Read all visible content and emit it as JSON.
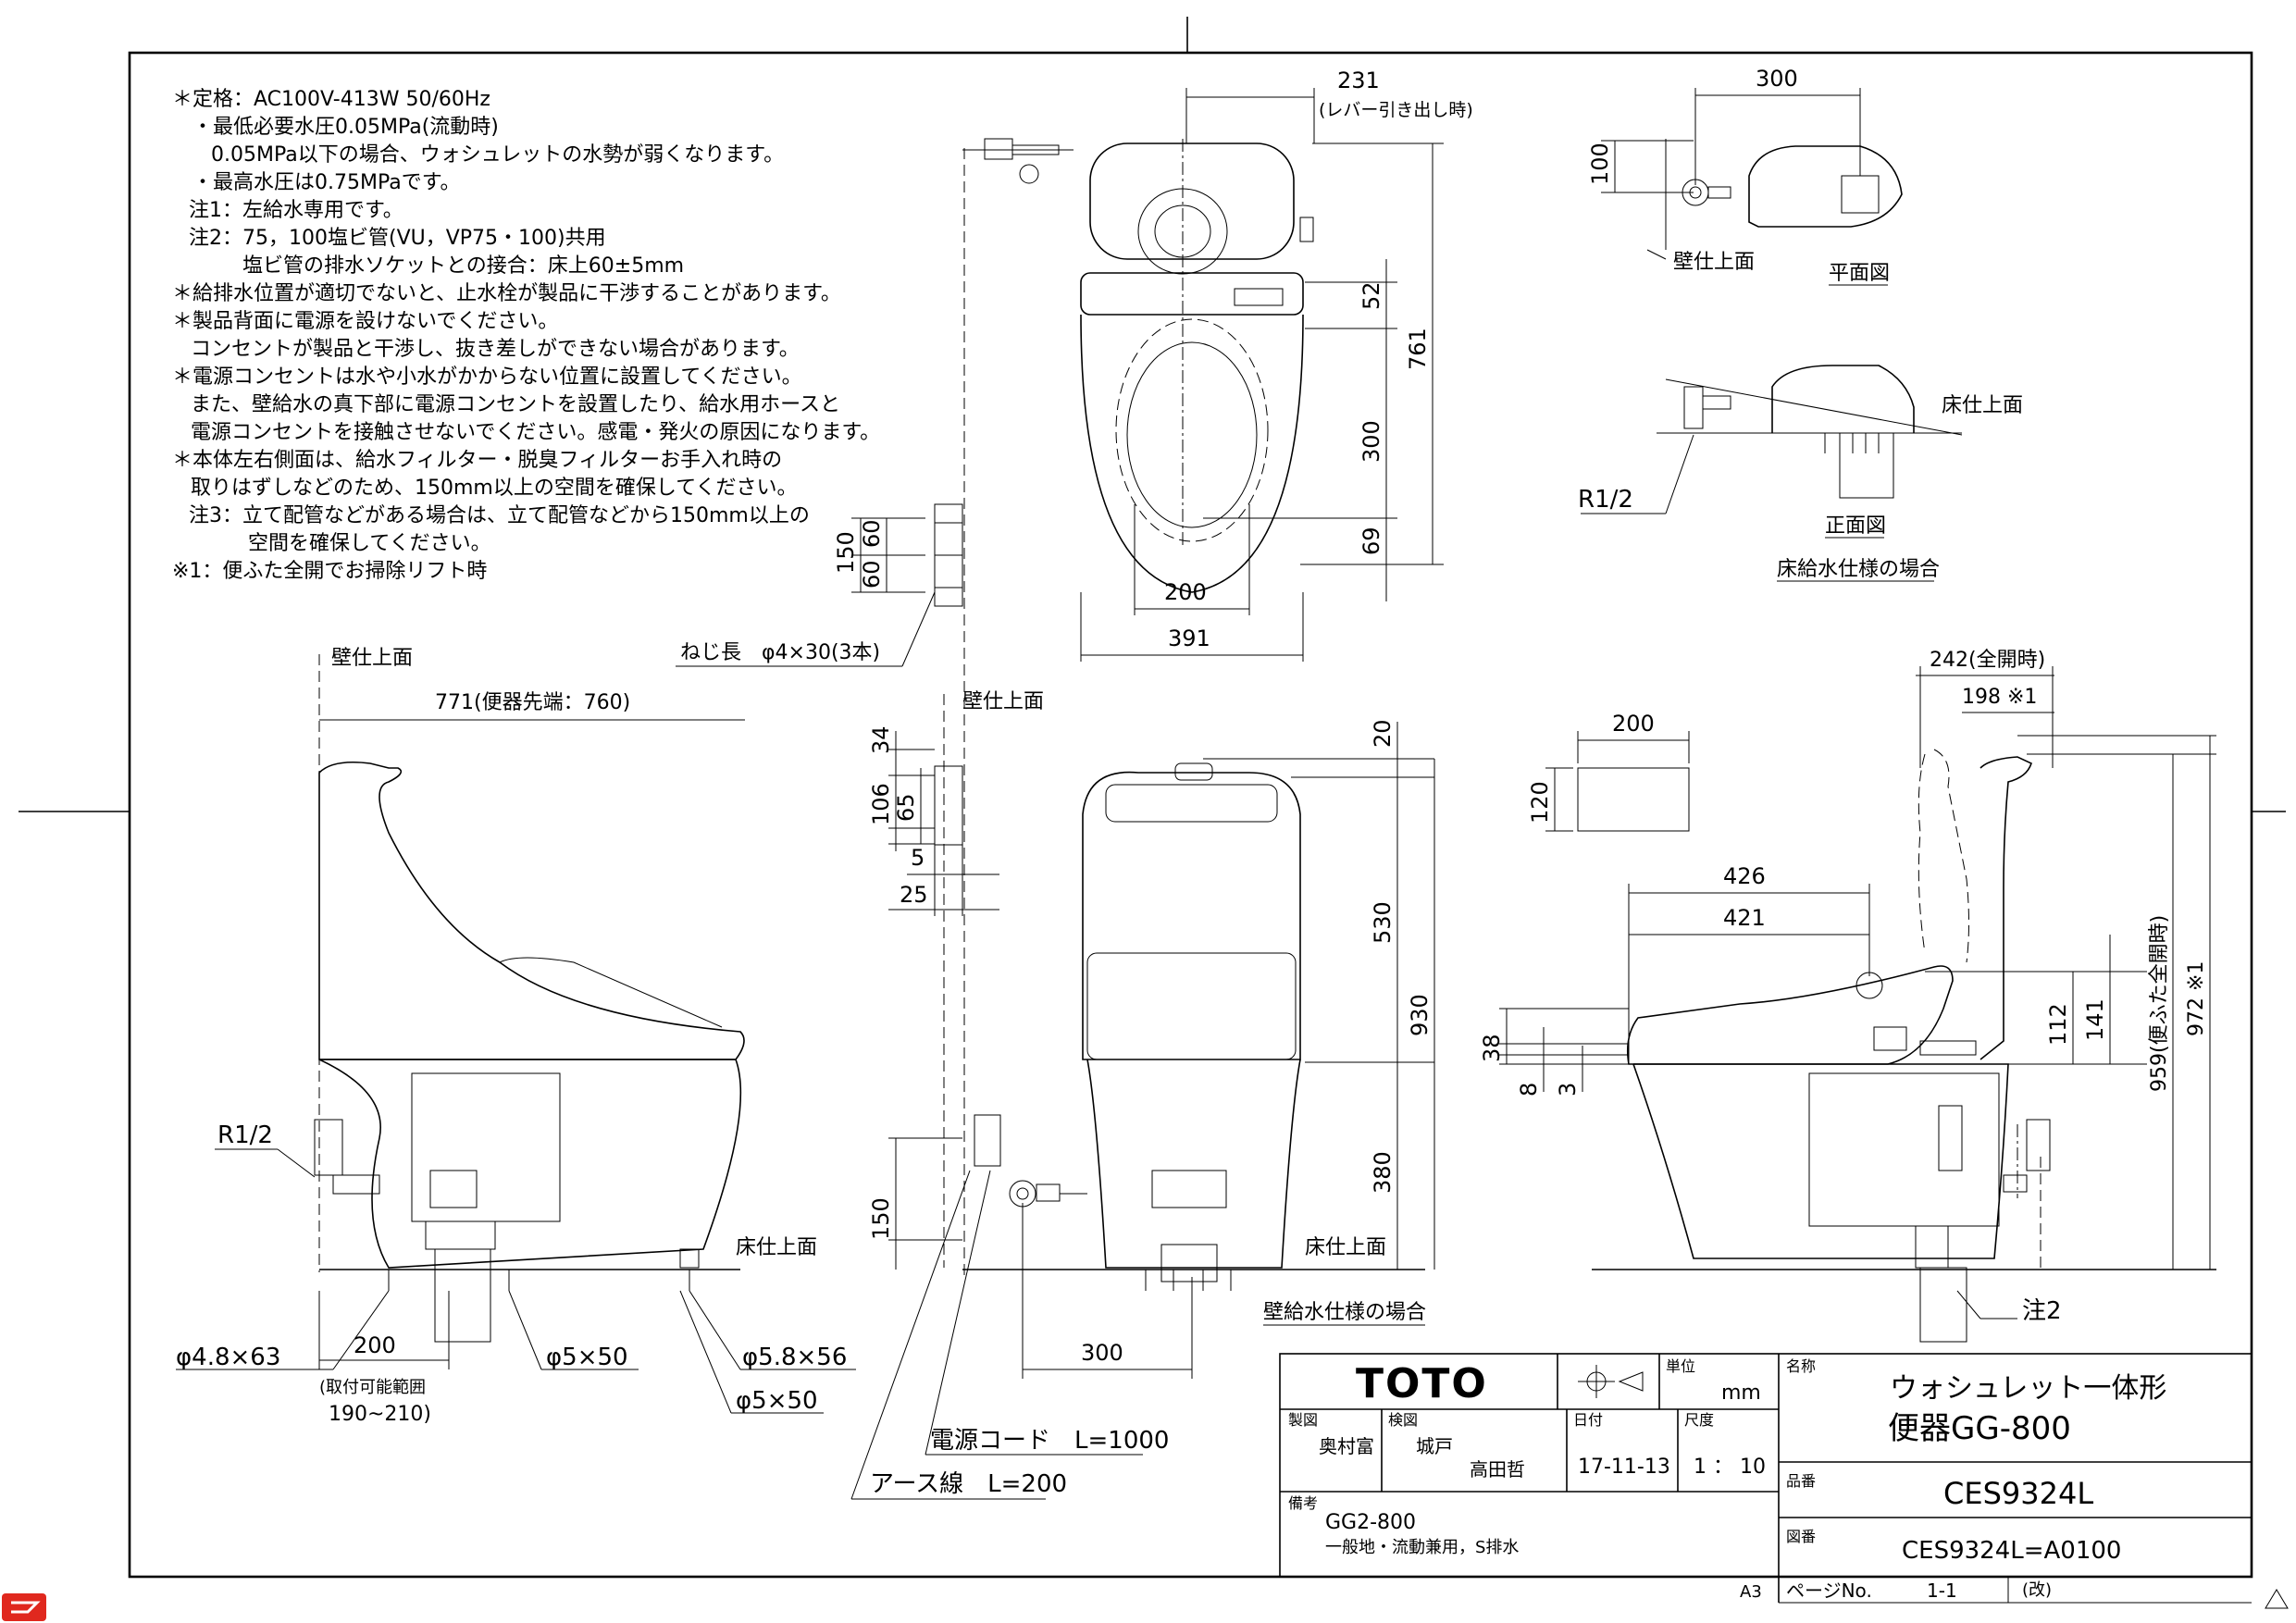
{
  "notes": [
    "＊定格：AC100V-413W 50/60Hz",
    "・最低必要水圧0.05MPa(流動時)",
    "0.05MPa以下の場合、ウォシュレットの水勢が弱くなります。",
    "・最高水圧は0.75MPaです。",
    "注1：左給水専用です。",
    "注2：75，100塩ビ管(VU，VP75・100)共用",
    "塩ビ管の排水ソケットとの接合：床上60±5mm",
    "＊給排水位置が適切でないと、止水栓が製品に干渉することがあります。",
    "＊製品背面に電源を設けないでください。",
    "コンセントが製品と干渉し、抜き差しができない場合があります。",
    "＊電源コンセントは水や小水がかからない位置に設置してください。",
    "また、壁給水の真下部に電源コンセントを設置したり、給水用ホースと",
    "電源コンセントを接触させないでください。感電・発火の原因になります。",
    "＊本体左右側面は、給水フィルター・脱臭フィルターお手入れ時の",
    "取りはずしなどのため、150mm以上の空間を確保してください。",
    "注3：立て配管などがある場合は、立て配管などから150mm以上の",
    "空間を確保してください。",
    "※1：便ふた全開でお掃除リフト時"
  ],
  "labels": {
    "wall_surface": "壁仕上面",
    "floor_surface": "床仕上面",
    "plan_view": "平面図",
    "front_view": "正面図",
    "floor_supply_case": "床給水仕様の場合",
    "wall_supply_case": "壁給水仕様の場合",
    "r12": "R1/2",
    "screw": "ねじ長　φ4×30(3本)",
    "lever": "(レバー引き出し時)",
    "power_cord": "電源コード　L=1000",
    "earth_wire": "アース線　L=200",
    "install_range": "(取付可能範囲",
    "install_range_values": "190~210)",
    "note2": "注2",
    "hole_48": "φ4.8×63",
    "hole_5a": "φ5×50",
    "hole_58": "φ5.8×56",
    "hole_5b": "φ5×50",
    "d771": "771(便器先端：760)",
    "d242": "242(全開時)",
    "d198": "198 ※1",
    "d959": "959(便ふた全開時)",
    "d972": "972 ※1"
  },
  "dims": {
    "d231": "231",
    "d300top": "300",
    "d100": "100",
    "d52": "52",
    "d761": "761",
    "d300v": "300",
    "d69": "69",
    "d200": "200",
    "d391": "391",
    "d150a": "150",
    "d60a": "60",
    "d60b": "60",
    "d200b": "200",
    "d120": "120",
    "d34": "34",
    "d106": "106",
    "d65": "65",
    "d5": "5",
    "d25": "25",
    "d20": "20",
    "d530": "530",
    "d930": "930",
    "d380": "380",
    "d150b": "150",
    "d300b": "300",
    "d200c": "200",
    "d426": "426",
    "d421": "421",
    "d38": "38",
    "d8": "8",
    "d3": "3",
    "d112": "112",
    "d141": "141"
  },
  "title_block": {
    "brand": "TOTO",
    "unit_label": "単位",
    "unit": "mm",
    "name_label": "名称",
    "name_line1": "ウォシュレット一体形",
    "name_line2": "便器GG-800",
    "made_label": "製図",
    "made_names": "奥村富",
    "check_label": "検図",
    "check_names1": "城戸",
    "check_names2": "高田哲",
    "date_label": "日付",
    "date": "17-11-13",
    "scale_label": "尺度",
    "scale": "1 ： 10",
    "part_label": "品番",
    "part": "CES9324L",
    "remarks_label": "備考",
    "remarks_1": "GG2-800",
    "remarks_2": "一般地・流動兼用，S排水",
    "drawing_label": "図番",
    "drawing_no": "CES9324L=A0100",
    "paper": "A3",
    "page_label": "ページNo.",
    "page": "1-1",
    "rev": "(改)"
  }
}
